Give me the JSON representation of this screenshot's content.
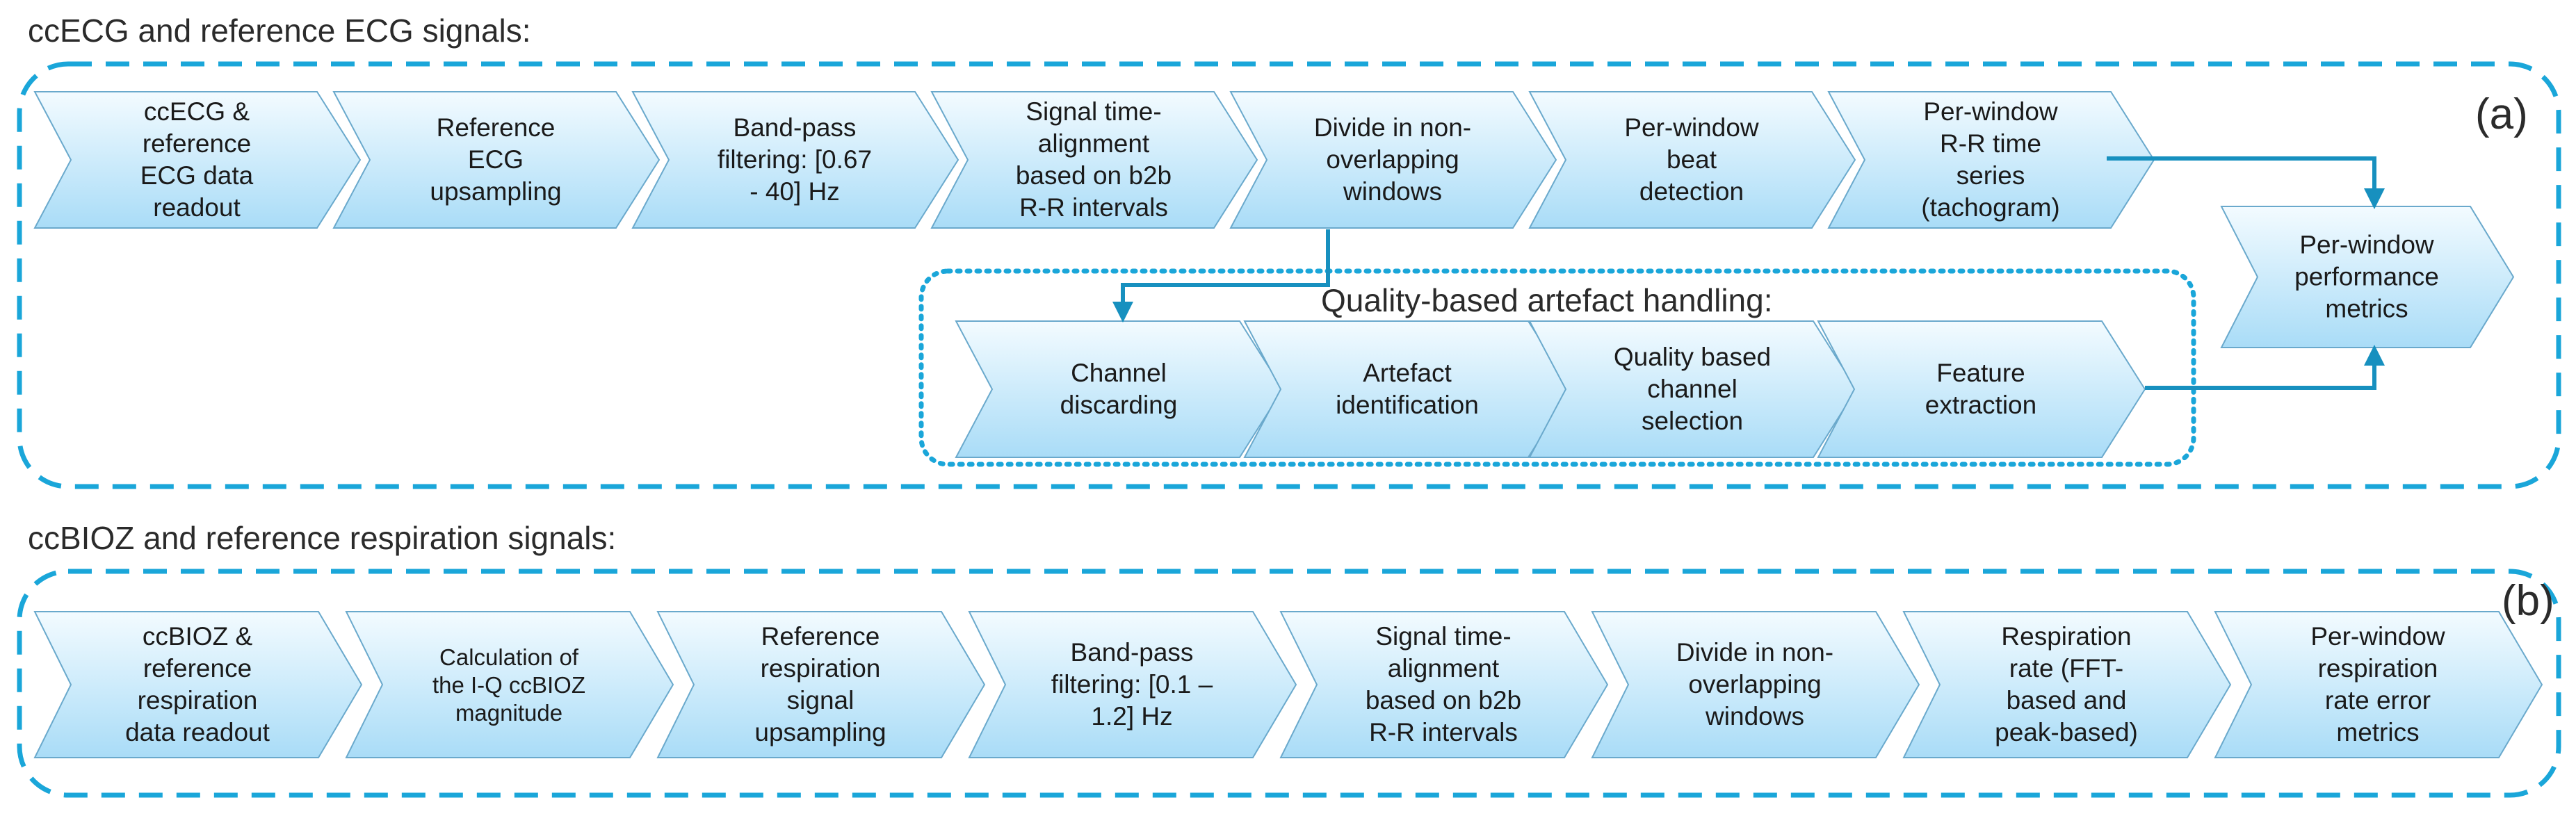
{
  "section_a": {
    "title": "ccECG and reference ECG signals:",
    "tag": "(a)",
    "steps": [
      {
        "lines": [
          "ccECG &",
          "reference",
          "ECG data",
          "readout"
        ]
      },
      {
        "lines": [
          "Reference",
          "ECG",
          "upsampling"
        ]
      },
      {
        "lines": [
          "Band-pass",
          "filtering: [0.67",
          "- 40] Hz"
        ]
      },
      {
        "lines": [
          "Signal time-",
          "alignment",
          "based on b2b",
          "R-R intervals"
        ]
      },
      {
        "lines": [
          "Divide in non-",
          "overlapping",
          "windows"
        ]
      },
      {
        "lines": [
          "Per-window",
          "beat",
          "detection"
        ]
      },
      {
        "lines": [
          "Per-window",
          "R-R time",
          "series",
          "(tachogram)"
        ]
      }
    ],
    "metrics_step": {
      "lines": [
        "Per-window",
        "performance",
        "metrics"
      ]
    },
    "quality": {
      "title": "Quality-based artefact handling:",
      "steps": [
        {
          "lines": [
            "Channel",
            "discarding"
          ]
        },
        {
          "lines": [
            "Artefact",
            "identification"
          ]
        },
        {
          "lines": [
            "Quality based",
            "channel",
            "selection"
          ]
        },
        {
          "lines": [
            "Feature",
            "extraction"
          ]
        }
      ]
    }
  },
  "section_b": {
    "title": "ccBIOZ and reference respiration signals:",
    "tag": "(b)",
    "steps": [
      {
        "lines": [
          "ccBIOZ &",
          "reference",
          "respiration",
          "data readout"
        ]
      },
      {
        "lines": [
          "Calculation of",
          "the I-Q ccBIOZ",
          "magnitude"
        ],
        "small": true
      },
      {
        "lines": [
          "Reference",
          "respiration",
          "signal",
          "upsampling"
        ]
      },
      {
        "lines": [
          "Band-pass",
          "filtering: [0.1 –",
          "1.2] Hz"
        ]
      },
      {
        "lines": [
          "Signal time-",
          "alignment",
          "based on b2b",
          "R-R intervals"
        ]
      },
      {
        "lines": [
          "Divide in non-",
          "overlapping",
          "windows"
        ]
      },
      {
        "lines": [
          "Respiration",
          "rate (FFT-",
          "based and",
          "peak-based)"
        ]
      },
      {
        "lines": [
          "Per-window",
          "respiration",
          "rate error",
          "metrics"
        ]
      }
    ]
  },
  "colors": {
    "dashed_border": "#1aa6d9",
    "arrow": "#1790bf",
    "chevron_top": "#f3fbff",
    "chevron_bottom": "#a9dcf7",
    "chevron_stroke": "#6aa9cc"
  }
}
